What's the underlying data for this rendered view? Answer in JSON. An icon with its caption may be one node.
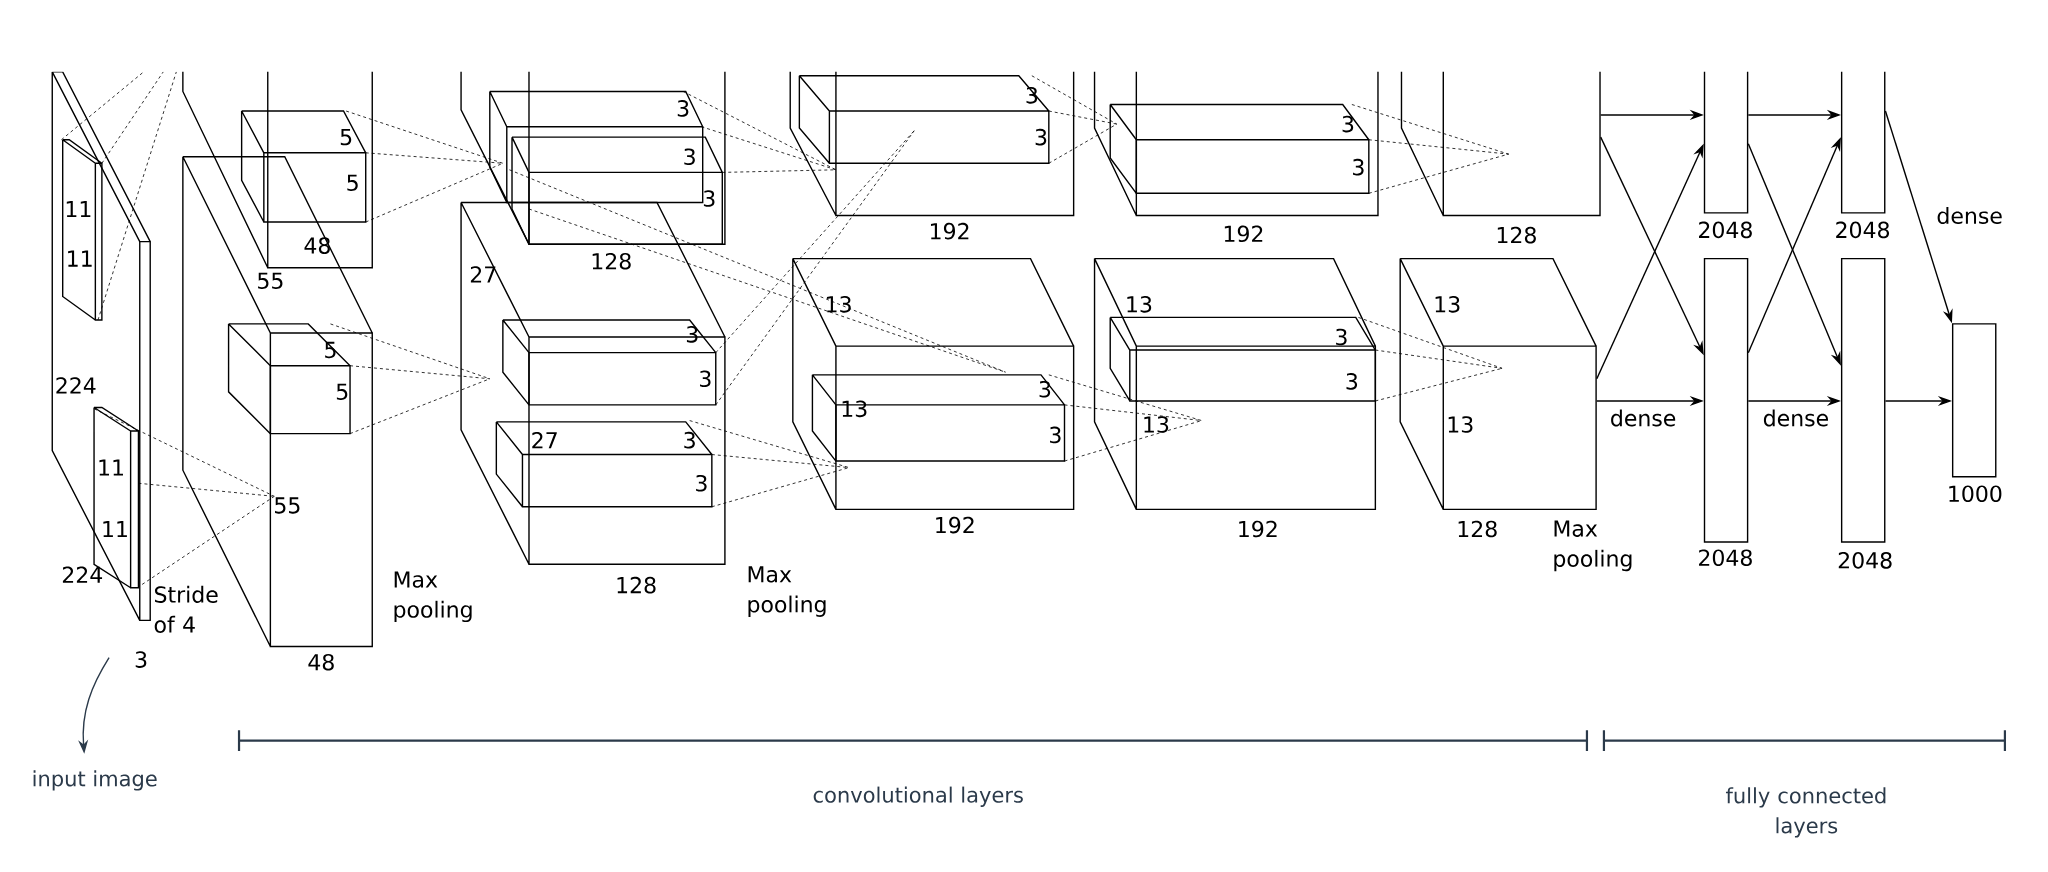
{
  "diagram": {
    "nodes": [
      {
        "text": [
          "input image"
        ]
      },
      {
        "text": [],
        "shape": "box"
      },
      {
        "text": [],
        "shape": "box",
        "beside": [
          "128"
        ]
      },
      {
        "text": [],
        "shape": "box",
        "beside": [
          "128"
        ]
      },
      {
        "text": [],
        "shape": "bar",
        "beside": [
          "2048"
        ]
      },
      {
        "text": [],
        "shape": "bar",
        "beside": [
          "2048"
        ]
      },
      {
        "text": [],
        "shape": "bar",
        "beside": [
          "2048"
        ]
      },
      {
        "text": [],
        "shape": "bar",
        "beside": [
          "2048"
        ]
      },
      {
        "text": [],
        "shape": "bar",
        "beside": [
          "1000"
        ]
      }
    ],
    "edges": [
      {
        "from": 1,
        "to": 0,
        "arrow": "to",
        "color": "#2b3a4a"
      },
      {
        "from": 2,
        "to": 4,
        "arrow": "to"
      },
      {
        "from": 2,
        "to": 5,
        "arrow": "to"
      },
      {
        "from": 3,
        "to": 4,
        "arrow": "to"
      },
      {
        "from": 3,
        "to": 5,
        "arrow": "to",
        "label": "dense"
      },
      {
        "from": 4,
        "to": 6,
        "arrow": "to"
      },
      {
        "from": 4,
        "to": 7,
        "arrow": "to"
      },
      {
        "from": 5,
        "to": 6,
        "arrow": "to"
      },
      {
        "from": 5,
        "to": 7,
        "arrow": "to",
        "label": "dense"
      },
      {
        "from": 6,
        "to": 8,
        "arrow": "to",
        "label": "dense"
      },
      {
        "from": 7,
        "to": 8,
        "arrow": "to"
      }
    ],
    "labels": [
      "11",
      "11",
      "224",
      "11",
      "11",
      "224",
      "3",
      "Stride of 4",
      "5",
      "5",
      "55",
      "48",
      "5",
      "5",
      "55",
      "48",
      "Max pooling",
      "3",
      "3",
      "3",
      "128",
      "27",
      "3",
      "3",
      "27",
      "3",
      "3",
      "128",
      "Max pooling",
      "3",
      "3",
      "192",
      "13",
      "3",
      "13",
      "3",
      "192",
      "3",
      "3",
      "192",
      "13",
      "3",
      "3",
      "13",
      "192",
      "13",
      "13",
      "Max pooling",
      "convolutional layers",
      "fully connected layers"
    ]
  }
}
